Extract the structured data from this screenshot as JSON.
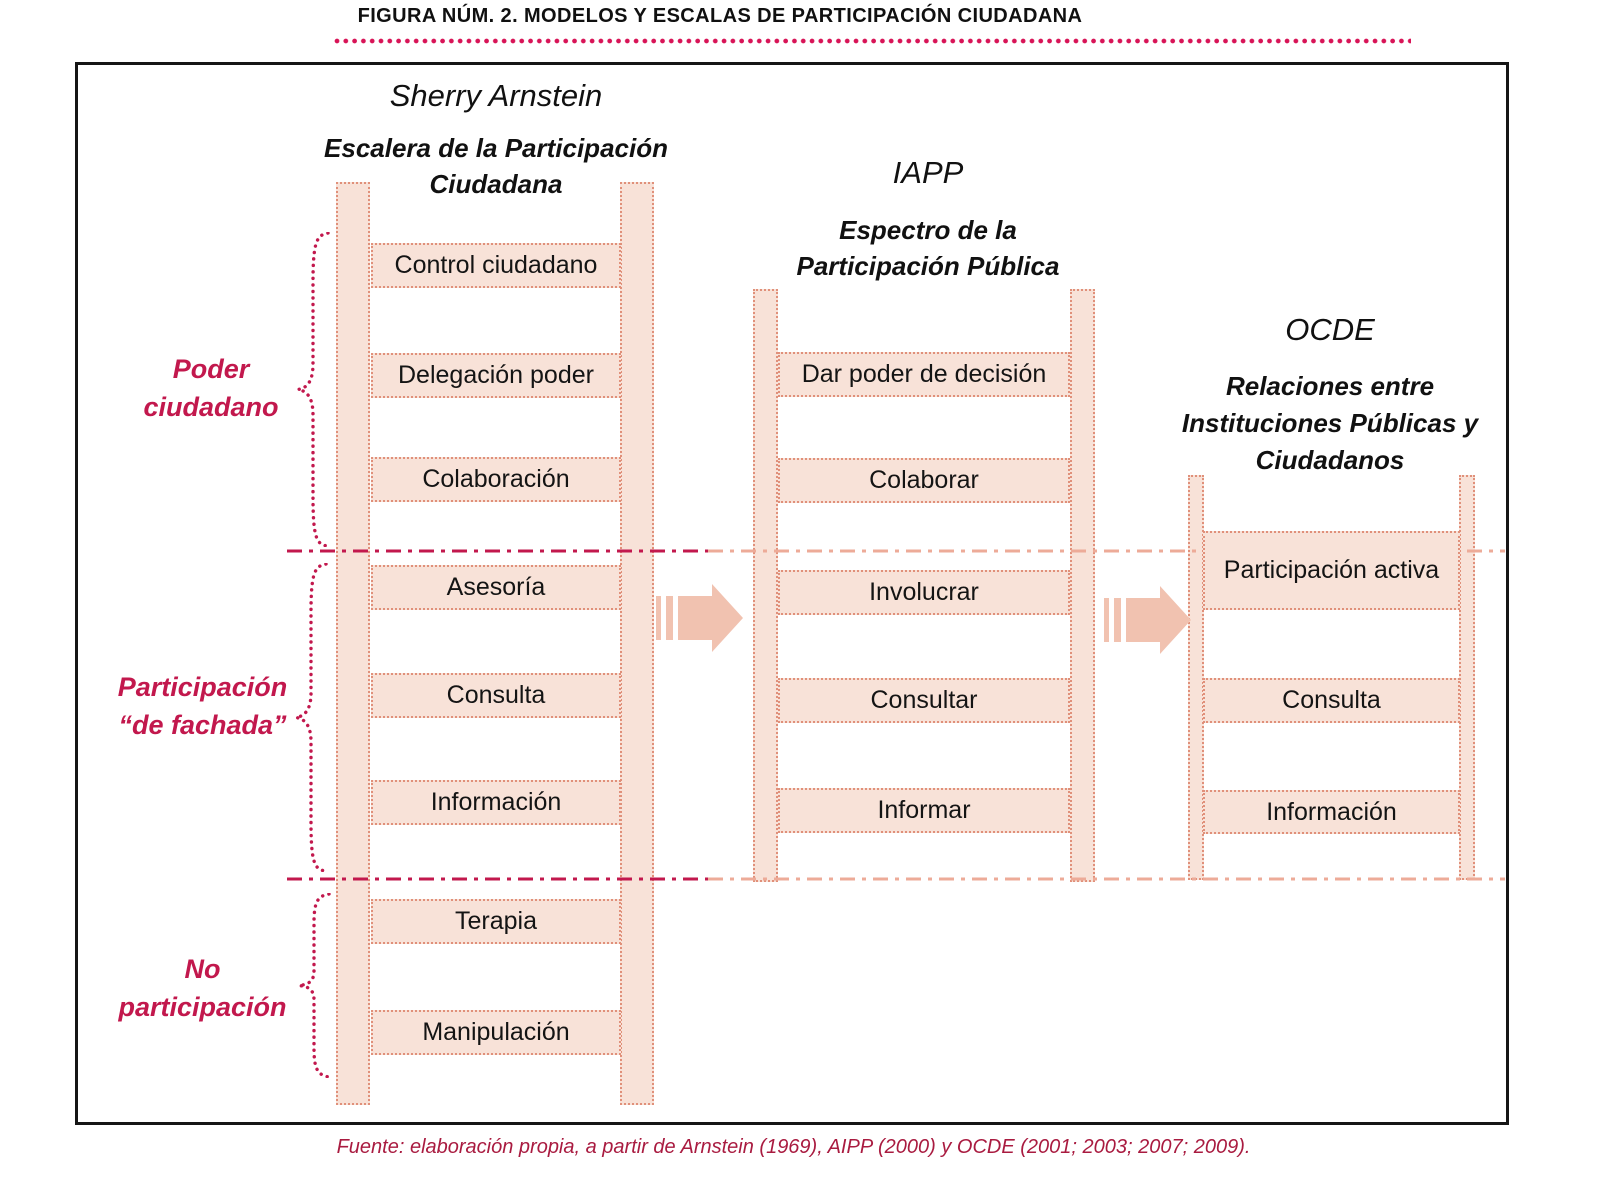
{
  "title": "FIGURA NÚM. 2. MODELOS Y ESCALAS DE PARTICIPACIÓN CIUDADANA",
  "caption": "Fuente: elaboración propia, a partir de Arnstein (1969), AIPP (2000) y OCDE (2001; 2003; 2007; 2009).",
  "colors": {
    "crimson": "#c2184d",
    "salmon_border": "#e0907a",
    "panel_fill": "#f8e2d8",
    "arrow_fill": "#f1c2b0",
    "pale_divider": "#edab98",
    "title_dots": "#d81457",
    "caption_text": "#a91b40",
    "body_text": "#141414"
  },
  "ladders": [
    {
      "author": "Sherry Arnstein",
      "subtitle_lines": [
        "Escalera de la Participación",
        "Ciudadana"
      ],
      "rungs": [
        "Control ciudadano",
        "Delegación poder",
        "Colaboración",
        "Asesoría",
        "Consulta",
        "Información",
        "Terapia",
        "Manipulación"
      ]
    },
    {
      "author": "IAPP",
      "subtitle_lines": [
        "Espectro de la",
        "Participación Pública"
      ],
      "rungs": [
        "Dar poder de decisión",
        "Colaborar",
        "Involucrar",
        "Consultar",
        "Informar"
      ]
    },
    {
      "author": "OCDE",
      "subtitle_lines": [
        "Relaciones entre",
        "Instituciones Públicas y",
        "Ciudadanos"
      ],
      "rungs": [
        "Participación activa",
        "Consulta",
        "Información"
      ]
    }
  ],
  "side_labels": [
    {
      "lines": [
        "Poder",
        "ciudadano"
      ]
    },
    {
      "lines": [
        "Participación",
        "“de fachada”"
      ]
    },
    {
      "lines": [
        "No",
        "participación"
      ]
    }
  ],
  "icons": {
    "arrows": [
      "striped-right-arrow",
      "striped-right-arrow"
    ],
    "braces": [
      "dotted-curly-brace",
      "dotted-curly-brace",
      "dotted-curly-brace"
    ]
  }
}
